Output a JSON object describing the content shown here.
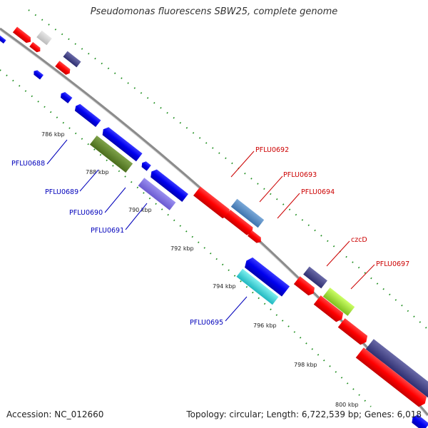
{
  "title": "Pseudomonas fluorescens SBW25, complete genome",
  "footer": {
    "accession": "Accession: NC_012660",
    "summary": "Topology: circular; Length: 6,722,539 bp; Genes: 6,018"
  },
  "colors": {
    "forward_gene": "#ff0000",
    "reverse_gene": "#0000ee",
    "forward_label": "#cc0000",
    "reverse_label": "#0000bb",
    "backbone": "#888888",
    "tick": "#1a8c1a"
  },
  "ticks": [
    "786 kbp",
    "788 kbp",
    "790 kbp",
    "792 kbp",
    "794 kbp",
    "796 kbp",
    "798 kbp",
    "800 kbp"
  ],
  "gene_labels": [
    {
      "name": "PFLU0688",
      "strand": "reverse"
    },
    {
      "name": "PFLU0689",
      "strand": "reverse"
    },
    {
      "name": "PFLU0690",
      "strand": "reverse"
    },
    {
      "name": "PFLU0691",
      "strand": "reverse"
    },
    {
      "name": "PFLU0692",
      "strand": "forward"
    },
    {
      "name": "PFLU0693",
      "strand": "forward"
    },
    {
      "name": "PFLU0694",
      "strand": "forward"
    },
    {
      "name": "PFLU0695",
      "strand": "reverse"
    },
    {
      "name": "czcD",
      "strand": "forward"
    },
    {
      "name": "PFLU0697",
      "strand": "forward"
    }
  ]
}
